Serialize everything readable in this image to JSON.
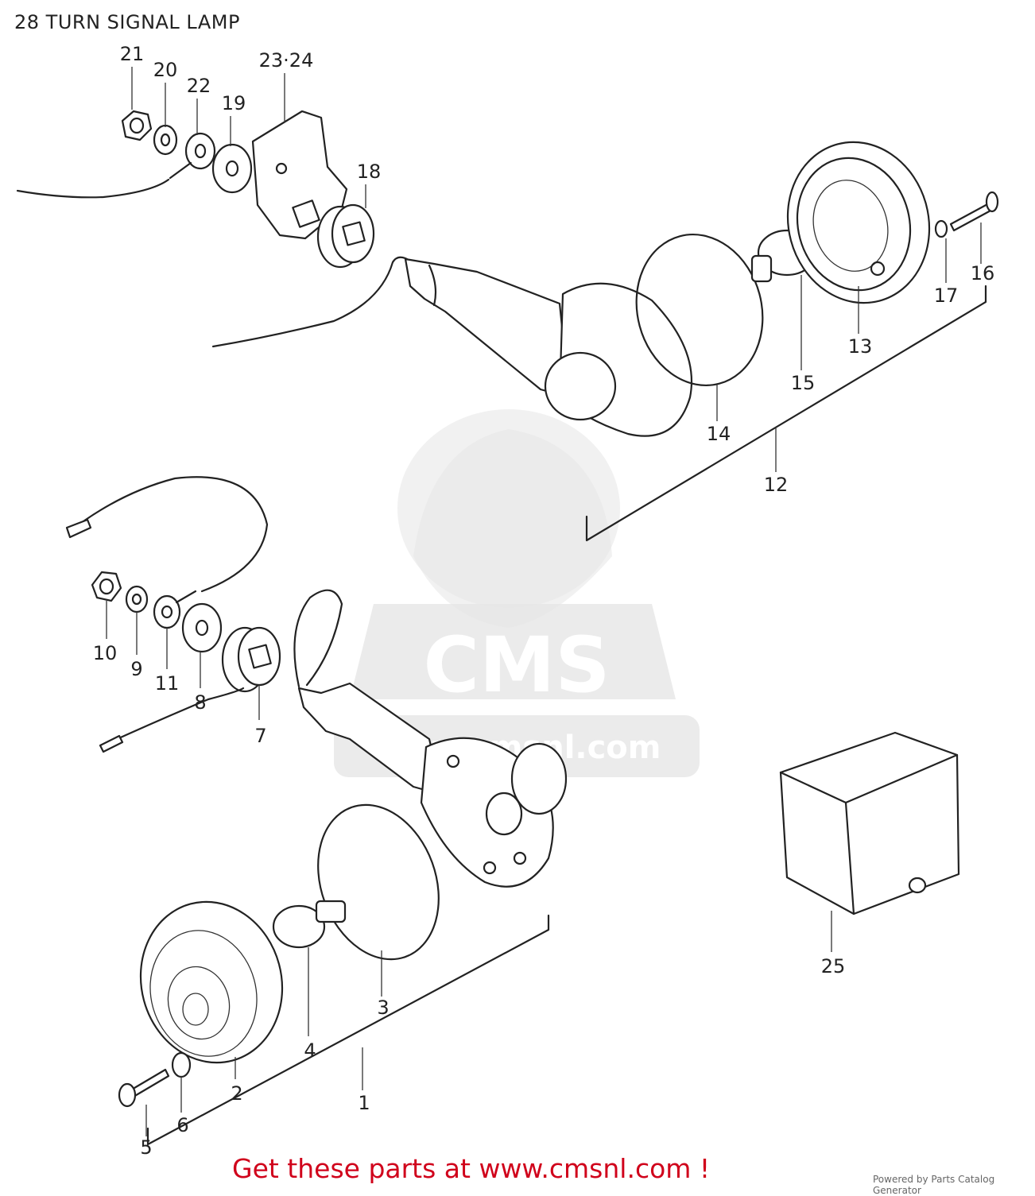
{
  "title": "28 TURN SIGNAL LAMP",
  "call_to_action": "Get these parts at www.cmsnl.com !",
  "powered_by": "Powered by Parts Catalog Generator",
  "watermark": {
    "brand": "CMS",
    "site": "www.cmsnl.com",
    "color": "#e6e6e6"
  },
  "colors": {
    "ink": "#222222",
    "cta": "#d0021b",
    "background": "#ffffff"
  },
  "parts": {
    "p1": "1",
    "p2": "2",
    "p3": "3",
    "p4": "4",
    "p5": "5",
    "p6": "6",
    "p7": "7",
    "p8": "8",
    "p9": "9",
    "p10": "10",
    "p11": "11",
    "p12": "12",
    "p13": "13",
    "p14": "14",
    "p15": "15",
    "p16": "16",
    "p17": "17",
    "p18": "18",
    "p19": "19",
    "p20": "20",
    "p21": "21",
    "p22": "22",
    "p2324": "23·24",
    "p25": "25"
  }
}
